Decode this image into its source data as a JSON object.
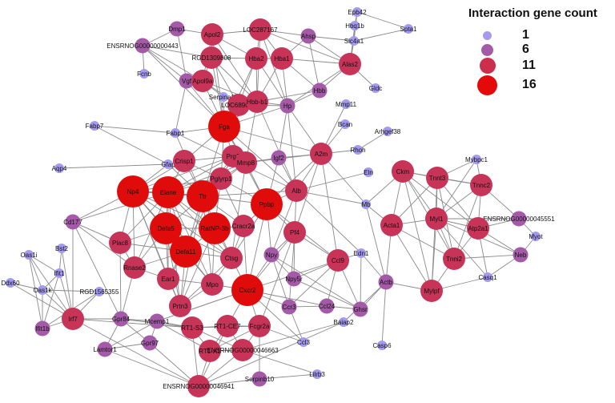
{
  "legend": {
    "title": "Interaction gene count",
    "items": [
      {
        "label": "1",
        "color": "#a59af2"
      },
      {
        "label": "6",
        "color": "#a55aa8"
      },
      {
        "label": "11",
        "color": "#cc2e4e"
      },
      {
        "label": "16",
        "color": "#e50a0a"
      }
    ]
  },
  "colors": {
    "tier1": "#a59af2",
    "tier2": "#a55aa8",
    "tier3": "#c83358",
    "tier4": "#e00b0b",
    "edge": "#8a8a8a"
  },
  "nodes": [
    {
      "id": "Epb42",
      "tier": 1
    },
    {
      "id": "Hbq1b",
      "tier": 1
    },
    {
      "id": "Spta1",
      "tier": 1
    },
    {
      "id": "Slc4a1",
      "tier": 1
    },
    {
      "id": "Dmp1",
      "tier": 2
    },
    {
      "id": "Apol2",
      "tier": 3
    },
    {
      "id": "LOC287167",
      "tier": 3
    },
    {
      "id": "Ahsp",
      "tier": 2
    },
    {
      "id": "ENSRNOG00000000443",
      "tier": 2
    },
    {
      "id": "RGD1309808",
      "tier": 3
    },
    {
      "id": "Hba2",
      "tier": 3
    },
    {
      "id": "Hba1",
      "tier": 3
    },
    {
      "id": "Alas2",
      "tier": 3
    },
    {
      "id": "Fcnb",
      "tier": 1
    },
    {
      "id": "Vgf",
      "tier": 2
    },
    {
      "id": "Apol9a",
      "tier": 3
    },
    {
      "id": "Hbb",
      "tier": 2
    },
    {
      "id": "Gldc",
      "tier": 1
    },
    {
      "id": "Serpina10",
      "tier": 1
    },
    {
      "id": "LOC689064",
      "tier": 3
    },
    {
      "id": "Hbb-b1",
      "tier": 3
    },
    {
      "id": "Hp",
      "tier": 2
    },
    {
      "id": "Mmp11",
      "tier": 1
    },
    {
      "id": "Fabp7",
      "tier": 1
    },
    {
      "id": "Fabp1",
      "tier": 1
    },
    {
      "id": "Fga",
      "tier": 4
    },
    {
      "id": "Bcan",
      "tier": 1
    },
    {
      "id": "Arhgef38",
      "tier": 1
    },
    {
      "id": "Rhoh",
      "tier": 1
    },
    {
      "id": "Gfap",
      "tier": 1
    },
    {
      "id": "Prg3",
      "tier": 3
    },
    {
      "id": "Crisp1",
      "tier": 3
    },
    {
      "id": "Mmp8",
      "tier": 3
    },
    {
      "id": "Igf2",
      "tier": 2
    },
    {
      "id": "A2m",
      "tier": 3
    },
    {
      "id": "Aqp4",
      "tier": 1
    },
    {
      "id": "Pglyrp1",
      "tier": 3
    },
    {
      "id": "Np4",
      "tier": 4
    },
    {
      "id": "Elane",
      "tier": 4
    },
    {
      "id": "Ttr",
      "tier": 4
    },
    {
      "id": "Alb",
      "tier": 3
    },
    {
      "id": "Eln",
      "tier": 1
    },
    {
      "id": "Mb",
      "tier": 1
    },
    {
      "id": "Ppbp",
      "tier": 4
    },
    {
      "id": "Ckm",
      "tier": 3
    },
    {
      "id": "Tnnt3",
      "tier": 3
    },
    {
      "id": "Mybpc1",
      "tier": 1
    },
    {
      "id": "Tnnc2",
      "tier": 3
    },
    {
      "id": "Cd177",
      "tier": 2
    },
    {
      "id": "Defa5",
      "tier": 4
    },
    {
      "id": "RatNP-3b",
      "tier": 4
    },
    {
      "id": "Cracr2a",
      "tier": 3
    },
    {
      "id": "Pf4",
      "tier": 3
    },
    {
      "id": "Myl1",
      "tier": 3
    },
    {
      "id": "ENSRNOG00000045551",
      "tier": 2
    },
    {
      "id": "Atp2a1",
      "tier": 3
    },
    {
      "id": "Acta1",
      "tier": 3
    },
    {
      "id": "Myot",
      "tier": 1
    },
    {
      "id": "Bst2",
      "tier": 1
    },
    {
      "id": "Plac8",
      "tier": 3
    },
    {
      "id": "Defa11",
      "tier": 4
    },
    {
      "id": "Npy",
      "tier": 2
    },
    {
      "id": "Edn1",
      "tier": 1
    },
    {
      "id": "Oas1i",
      "tier": 1
    },
    {
      "id": "Ifit1",
      "tier": 1
    },
    {
      "id": "Rnase2",
      "tier": 3
    },
    {
      "id": "Ctsg",
      "tier": 3
    },
    {
      "id": "Npy5r",
      "tier": 2
    },
    {
      "id": "Ccl9",
      "tier": 3
    },
    {
      "id": "Neb",
      "tier": 2
    },
    {
      "id": "Tnni2",
      "tier": 3
    },
    {
      "id": "Ddx60",
      "tier": 1
    },
    {
      "id": "Oas1k",
      "tier": 1
    },
    {
      "id": "RGD1565355",
      "tier": 1
    },
    {
      "id": "Ear1",
      "tier": 3
    },
    {
      "id": "Mpo",
      "tier": 3
    },
    {
      "id": "Actb",
      "tier": 2
    },
    {
      "id": "Casq1",
      "tier": 1
    },
    {
      "id": "Cxcr2",
      "tier": 4
    },
    {
      "id": "Ccr3",
      "tier": 2
    },
    {
      "id": "Ccl24",
      "tier": 2
    },
    {
      "id": "Ghsr",
      "tier": 2
    },
    {
      "id": "Mylpf",
      "tier": 3
    },
    {
      "id": "Prtn3",
      "tier": 3
    },
    {
      "id": "Ifit1b",
      "tier": 2
    },
    {
      "id": "Irf7",
      "tier": 3
    },
    {
      "id": "Gpr84",
      "tier": 2
    },
    {
      "id": "Mcemp1",
      "tier": 2
    },
    {
      "id": "RT1-S3",
      "tier": 3
    },
    {
      "id": "RT1-CE7",
      "tier": 3
    },
    {
      "id": "Fcgr2a",
      "tier": 3
    },
    {
      "id": "Baiap2",
      "tier": 1
    },
    {
      "id": "Casp6",
      "tier": 1
    },
    {
      "id": "Gpr97",
      "tier": 2
    },
    {
      "id": "Lamtor1",
      "tier": 2
    },
    {
      "id": "RT1-A1",
      "tier": 3
    },
    {
      "id": "ENSRNOG00000046663",
      "tier": 3
    },
    {
      "id": "Ccl3",
      "tier": 1
    },
    {
      "id": "Lilrb3",
      "tier": 1
    },
    {
      "id": "ENSRNOG00000046941",
      "tier": 3
    },
    {
      "id": "Serpinb10",
      "tier": 2
    }
  ]
}
